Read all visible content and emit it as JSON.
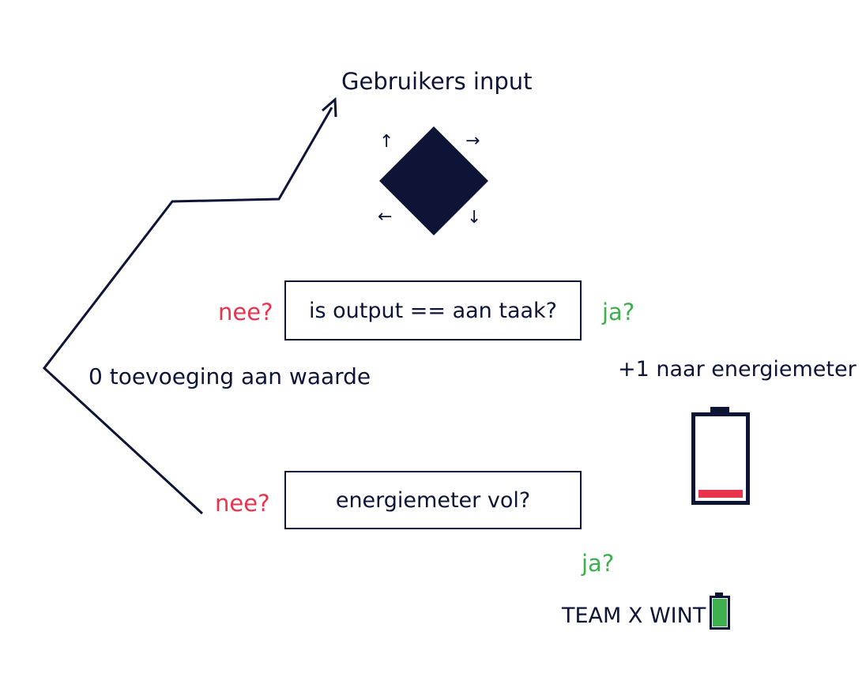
{
  "diagram": {
    "input_label": "Gebruikers input",
    "direction_arrows": {
      "up": "↑",
      "right": "→",
      "left": "←",
      "down": "↓"
    },
    "check_task": {
      "question": "is output == aan taak?",
      "no_label": "nee?",
      "yes_label": "ja?"
    },
    "no_addition_label": "0 toevoeging aan waarde",
    "energy_plus_label": "+1 naar energiemeter",
    "check_energy": {
      "question": "energiemeter vol?",
      "no_label": "nee?",
      "yes_label": "ja?"
    },
    "win_label": "TEAM X WINT"
  },
  "colors": {
    "navy": "#0d1436",
    "red": "#e8334d",
    "green": "#3fae4e",
    "white": "#ffffff"
  },
  "battery": {
    "large_fill_level": 0.1,
    "small_fill_level": 1.0
  }
}
